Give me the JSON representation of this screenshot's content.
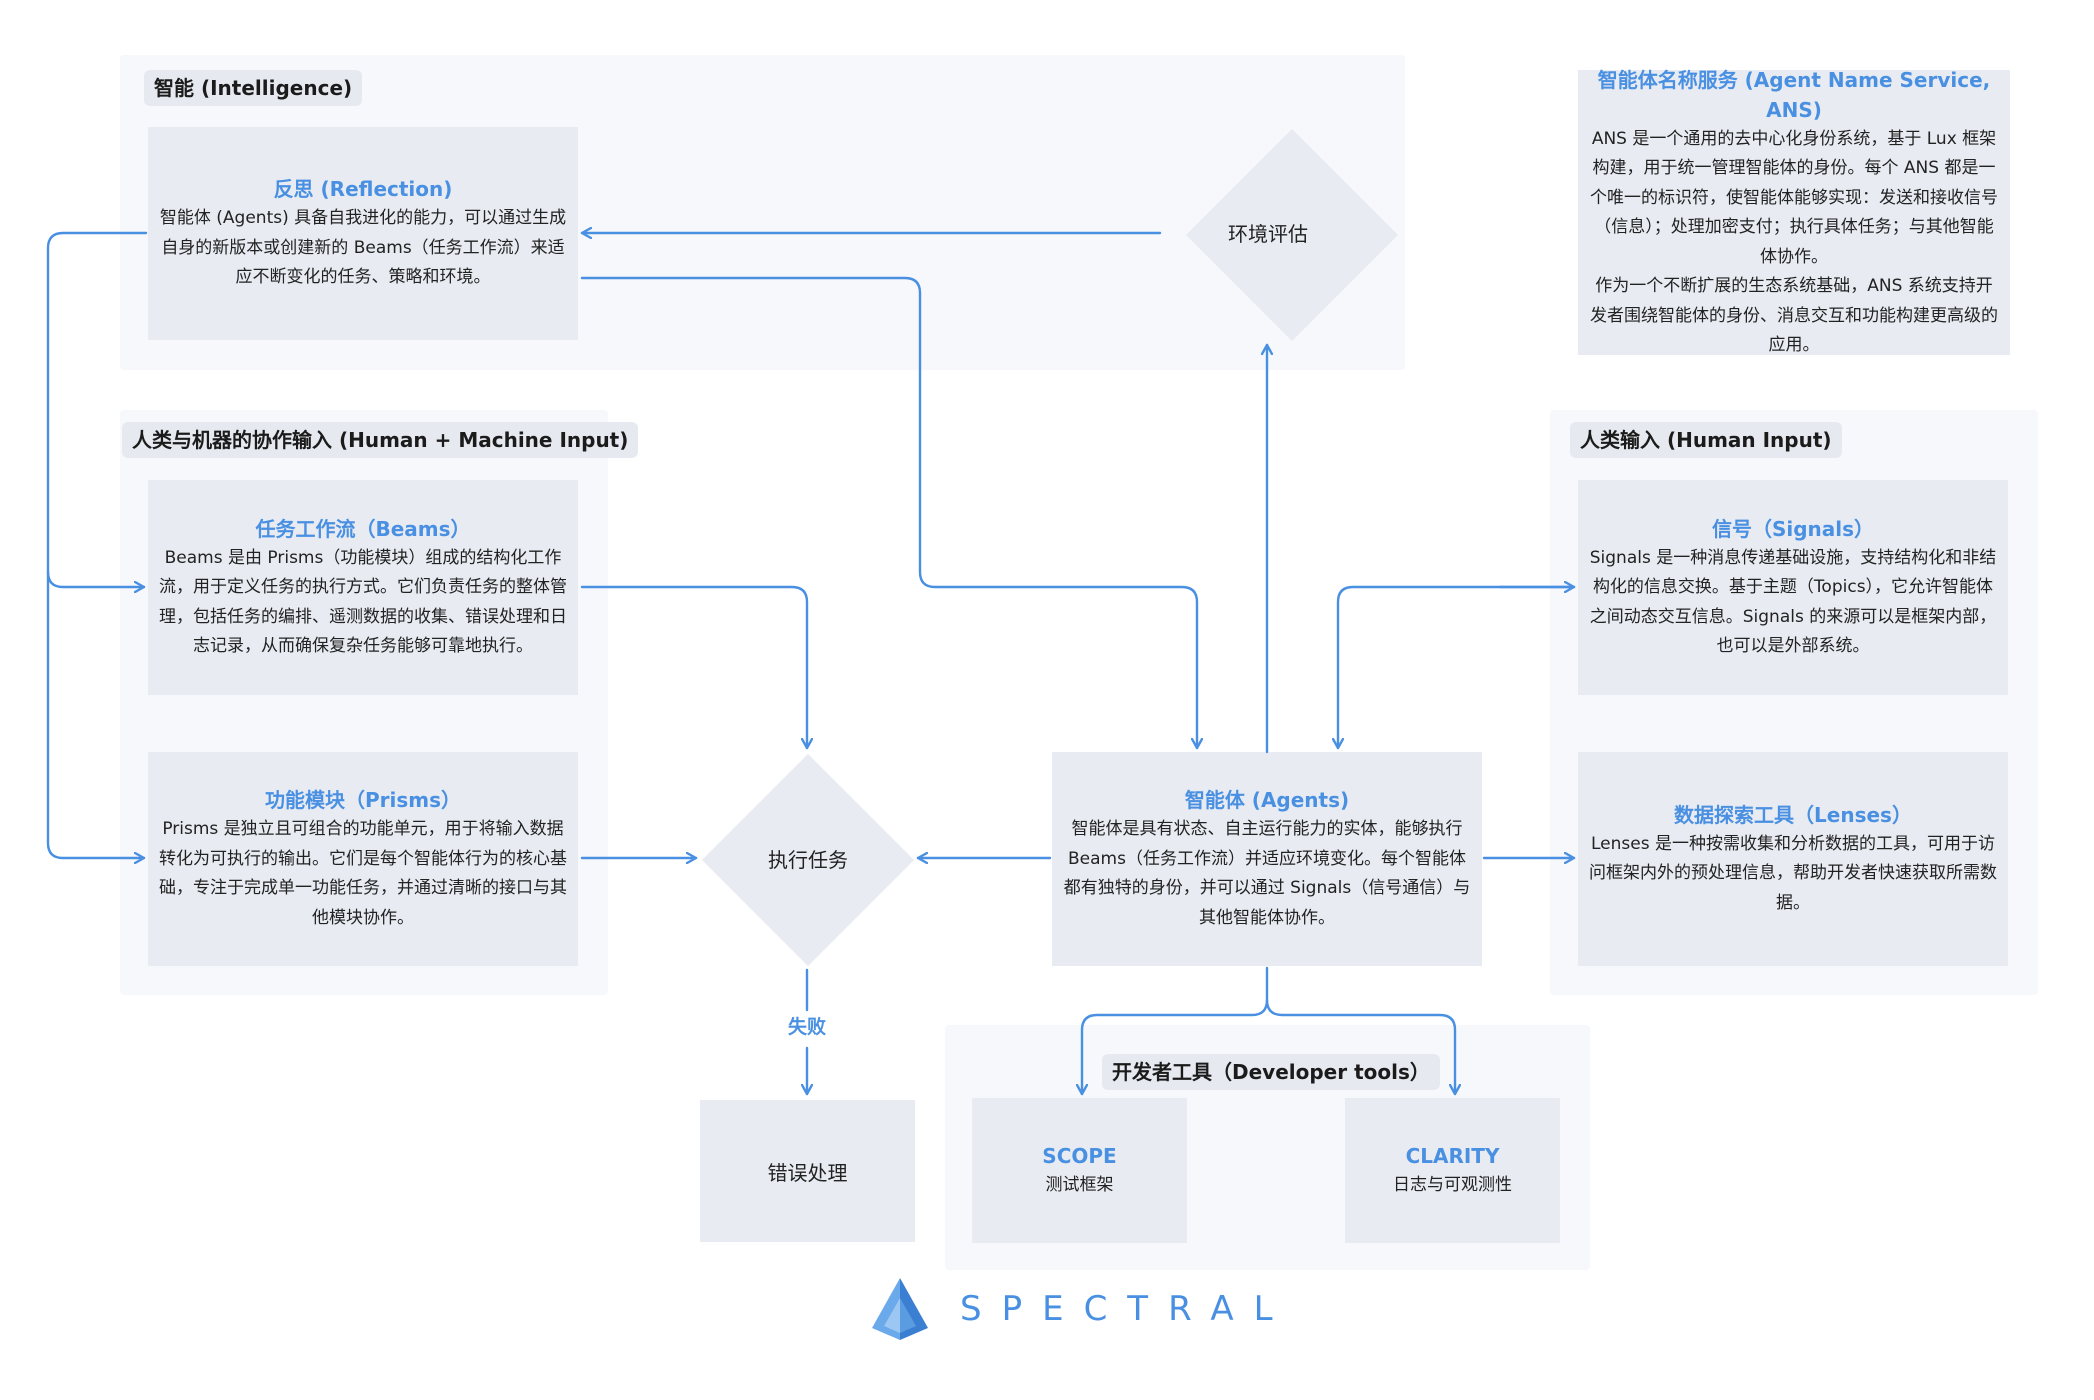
{
  "groups": {
    "intelligence": "智能 (Intelligence)",
    "collab": "人类与机器的协作输入 (Human + Machine Input)",
    "human": "人类输入 (Human Input)",
    "devtools": "开发者工具（Developer tools）"
  },
  "reflection": {
    "title": "反思 (Reflection)",
    "body": "智能体 (Agents) 具备自我进化的能力，可以通过生成自身的新版本或创建新的 Beams（任务工作流）来适应不断变化的任务、策略和环境。"
  },
  "env_eval": "环境评估",
  "ans": {
    "title": "智能体名称服务 (Agent Name Service, ANS)",
    "body1": "ANS 是一个通用的去中心化身份系统，基于 Lux 框架构建，用于统一管理智能体的身份。每个 ANS 都是一个唯一的标识符，使智能体能够实现：发送和接收信号（信息）；处理加密支付；执行具体任务；与其他智能体协作。",
    "body2": "作为一个不断扩展的生态系统基础，ANS 系统支持开发者围绕智能体的身份、消息交互和功能构建更高级的应用。"
  },
  "beams": {
    "title": "任务工作流（Beams）",
    "body": "Beams 是由 Prisms（功能模块）组成的结构化工作流，用于定义任务的执行方式。它们负责任务的整体管理，包括任务的编排、遥测数据的收集、错误处理和日志记录，从而确保复杂任务能够可靠地执行。"
  },
  "prisms": {
    "title": "功能模块（Prisms）",
    "body": "Prisms 是独立且可组合的功能单元，用于将输入数据转化为可执行的输出。它们是每个智能体行为的核心基础，专注于完成单一功能任务，并通过清晰的接口与其他模块协作。"
  },
  "execute": "执行任务",
  "fail": "失败",
  "error": "错误处理",
  "agents": {
    "title": "智能体 (Agents)",
    "body": "智能体是具有状态、自主运行能力的实体，能够执行 Beams（任务工作流）并适应环境变化。每个智能体都有独特的身份，并可以通过 Signals（信号通信）与其他智能体协作。"
  },
  "signals": {
    "title": "信号（Signals）",
    "body": "Signals 是一种消息传递基础设施，支持结构化和非结构化的信息交换。基于主题（Topics），它允许智能体之间动态交互信息。Signals 的来源可以是框架内部，也可以是外部系统。"
  },
  "lenses": {
    "title": "数据探索工具（Lenses）",
    "body": "Lenses 是一种按需收集和分析数据的工具，可用于访问框架内外的预处理信息，帮助开发者快速获取所需数据。"
  },
  "scope": {
    "title": "SCOPE",
    "body": "测试框架"
  },
  "clarity": {
    "title": "CLARITY",
    "body": "日志与可观测性"
  },
  "brand": "SPECTRAL",
  "colors": {
    "accent": "#4a90e2",
    "card": "#e8ecf2",
    "group": "#f6f8fb"
  }
}
